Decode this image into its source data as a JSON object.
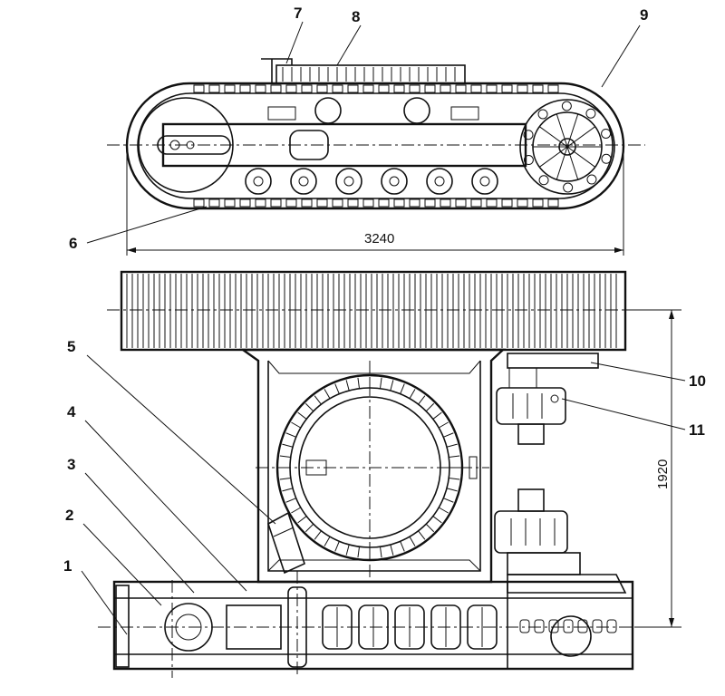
{
  "labels": {
    "l1": "1",
    "l2": "2",
    "l3": "3",
    "l4": "4",
    "l5": "5",
    "l6": "6",
    "l7": "7",
    "l8": "8",
    "l9": "9",
    "l10": "10",
    "l11": "11"
  },
  "dimensions": {
    "track_length": "3240",
    "base_height": "1920"
  }
}
